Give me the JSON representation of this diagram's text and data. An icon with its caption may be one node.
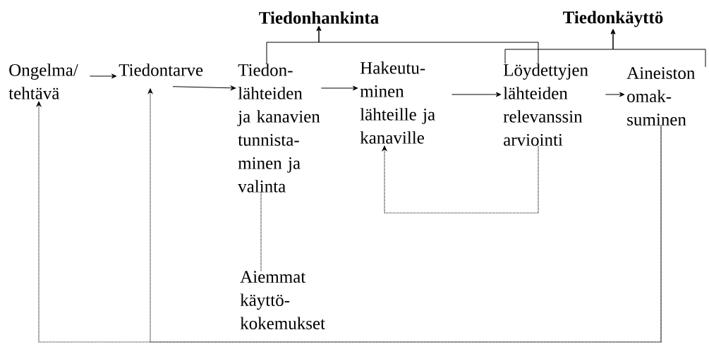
{
  "diagram": {
    "nodes": [
      {
        "text": [
          "Ongelma/ tehtävä"
        ]
      },
      {
        "text": [
          "Tiedontarve"
        ]
      },
      {
        "text": [
          "Tiedon- lähteiden ja kanavien tunnista- minen ja valinta"
        ]
      },
      {
        "text": [
          "Hakeutu- minen lähteille ja kanaville"
        ]
      },
      {
        "text": [
          "Löydettyjen lähteiden relevanssin arviointi"
        ]
      },
      {
        "text": [
          "Aineiston omak- suminen"
        ]
      },
      {
        "text": [
          "Aiemmat käyttö- kokemukset"
        ]
      },
      {
        "text": [
          "**Tiedonhankinta**"
        ]
      },
      {
        "text": [
          "**Tiedonkäyttö**"
        ]
      }
    ],
    "edges": [
      {
        "from": 0,
        "to": 1,
        "arrow": "to"
      },
      {
        "from": 1,
        "to": 2,
        "arrow": "to"
      },
      {
        "from": 2,
        "to": 3,
        "arrow": "to"
      },
      {
        "from": 3,
        "to": 4,
        "arrow": "to"
      },
      {
        "from": 4,
        "to": 5,
        "arrow": "to"
      },
      {
        "from": 4,
        "to": 3,
        "arrow": "to",
        "style": "dashed"
      },
      {
        "from": 5,
        "to": 0,
        "arrow": "to",
        "style": "dashed"
      },
      {
        "from": 5,
        "to": 1,
        "arrow": "to",
        "style": "dashed"
      },
      {
        "from": 2,
        "to": 6,
        "arrow": "none",
        "style": "dashed"
      },
      {
        "from": 2,
        "to": 7,
        "arrow": "to"
      },
      {
        "from": 4,
        "to": 7,
        "arrow": "to"
      },
      {
        "from": 4,
        "to": 8,
        "arrow": "to"
      },
      {
        "from": 5,
        "to": 8,
        "arrow": "to"
      }
    ]
  }
}
